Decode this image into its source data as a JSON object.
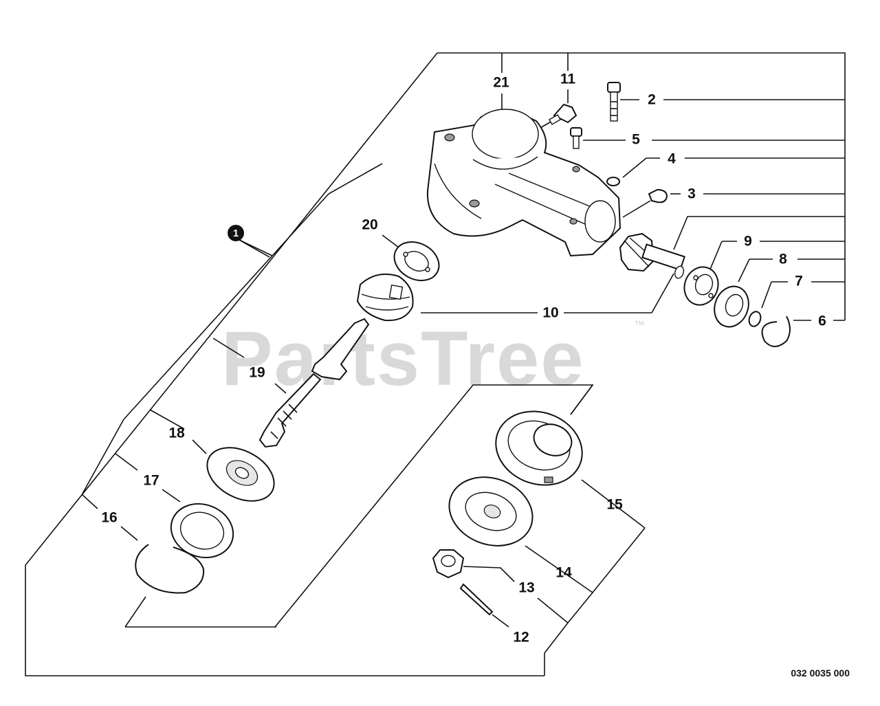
{
  "watermark": {
    "text": "PartsTree",
    "trademark": "™"
  },
  "assembly_marker": "1",
  "document_number": "032 0035 000",
  "callouts": {
    "c2": "2",
    "c3": "3",
    "c4": "4",
    "c5": "5",
    "c6": "6",
    "c7": "7",
    "c8": "8",
    "c9": "9",
    "c10": "10",
    "c11": "11",
    "c12": "12",
    "c13": "13",
    "c14": "14",
    "c15": "15",
    "c16": "16",
    "c17": "17",
    "c18": "18",
    "c19": "19",
    "c20": "20",
    "c21": "21"
  }
}
